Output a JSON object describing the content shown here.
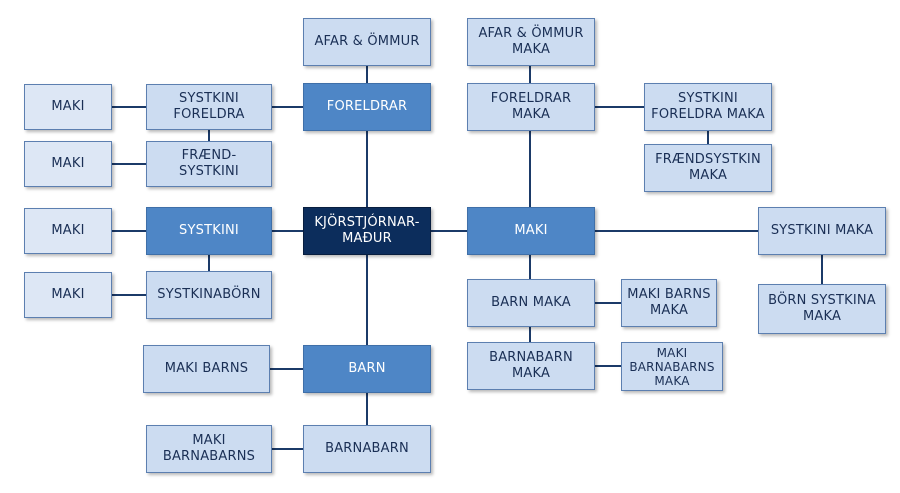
{
  "colors": {
    "line": "#1b3a68",
    "dark": "#0c2d5c",
    "mid": "#4e86c6",
    "light": "#ccdcf1",
    "pale": "#dde7f5"
  },
  "nodes": {
    "afar_ommur": "AFAR & ÖMMUR",
    "afar_ommur_maka": "AFAR & ÖMMUR\nMAKA",
    "foreldrar": "FORELDRAR",
    "foreldrar_maka": "FORELDRAR\nMAKA",
    "systkini_foreldra": "SYSTKINI\nFORELDRA",
    "systkini_foreldra_maka": "SYSTKINI\nFORELDRA MAKA",
    "maki_systkini_foreldra": "MAKI",
    "fraendsystkini": "FRÆND-\nSYSTKINI",
    "maki_fraendsystkini": "MAKI",
    "fraendsystkin_maka": "FRÆNDSYSTKIN\nMAKA",
    "kjorstjornarmadur": "KJÖRSTJÓRNAR-\nMAÐUR",
    "systkini": "SYSTKINI",
    "maki_systkini": "MAKI",
    "maki": "MAKI",
    "systkini_maka": "SYSTKINI MAKA",
    "systkinaborn": "SYSTKINABÖRN",
    "maki_systkinaborn": "MAKI",
    "barn_maka": "BARN MAKA",
    "maki_barns_maka": "MAKI BARNS\nMAKA",
    "born_systkina_maka": "BÖRN SYSTKINA\nMAKA",
    "barnabarn_maka": "BARNABARN\nMAKA",
    "maki_barnabarns_maka": "MAKI\nBARNABARNS\nMAKA",
    "maki_barns": "MAKI BARNS",
    "barn": "BARN",
    "maki_barnabarns": "MAKI\nBARNABARNS",
    "barnabarn": "BARNABARN"
  }
}
